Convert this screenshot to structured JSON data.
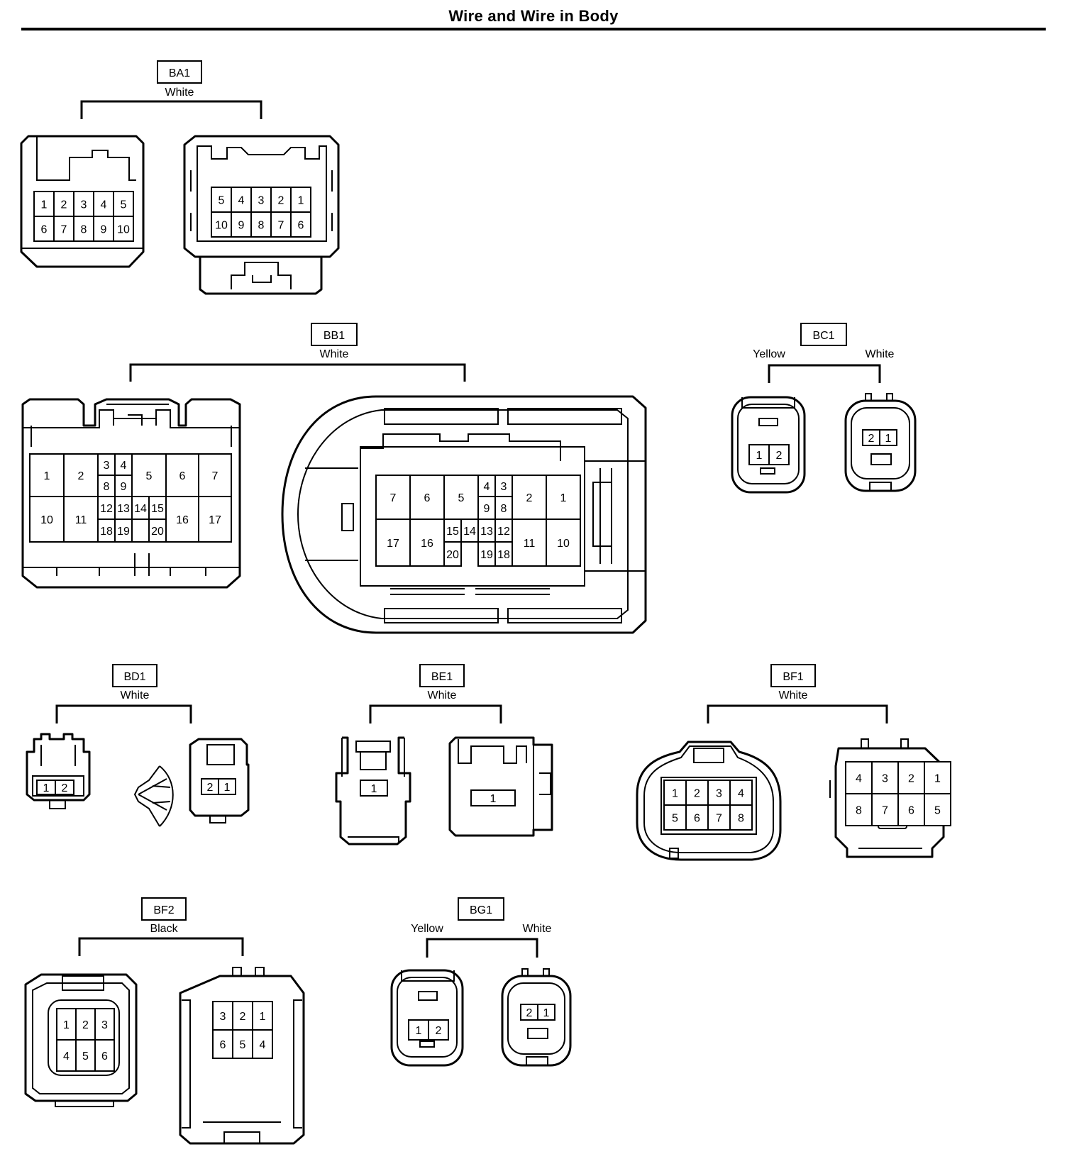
{
  "title": "Wire and Wire in Body",
  "connectors": [
    {
      "id": "BA1",
      "colors": [
        "White"
      ]
    },
    {
      "id": "BB1",
      "colors": [
        "White"
      ]
    },
    {
      "id": "BC1",
      "colors": [
        "Yellow",
        "White"
      ]
    },
    {
      "id": "BD1",
      "colors": [
        "White"
      ]
    },
    {
      "id": "BE1",
      "colors": [
        "White"
      ]
    },
    {
      "id": "BF1",
      "colors": [
        "White"
      ]
    },
    {
      "id": "BF2",
      "colors": [
        "Black"
      ]
    },
    {
      "id": "BG1",
      "colors": [
        "Yellow",
        "White"
      ]
    }
  ],
  "pins": {
    "BA1_left": [
      [
        "1",
        "2",
        "3",
        "4",
        "5"
      ],
      [
        "6",
        "7",
        "8",
        "9",
        "10"
      ]
    ],
    "BA1_right": [
      [
        "5",
        "4",
        "3",
        "2",
        "1"
      ],
      [
        "10",
        "9",
        "8",
        "7",
        "6"
      ]
    ],
    "BB1_left": [
      "1",
      "2",
      "3",
      "4",
      "5",
      "6",
      "7",
      "8",
      "9",
      "10",
      "11",
      "12",
      "13",
      "14",
      "15",
      "16",
      "17",
      "18",
      "19",
      "20"
    ],
    "BB1_right": [
      "7",
      "6",
      "5",
      "4",
      "3",
      "2",
      "1",
      "9",
      "8",
      "17",
      "16",
      "15",
      "14",
      "13",
      "12",
      "11",
      "10",
      "20",
      "19",
      "18"
    ],
    "BC1_left": [
      "1",
      "2"
    ],
    "BC1_right": [
      "2",
      "1"
    ],
    "BD1_left": [
      "1",
      "2"
    ],
    "BD1_right": [
      "2",
      "1"
    ],
    "BE1_left": [
      "1"
    ],
    "BE1_right": [
      "1"
    ],
    "BF1_left": [
      [
        "1",
        "2",
        "3",
        "4"
      ],
      [
        "5",
        "6",
        "7",
        "8"
      ]
    ],
    "BF1_right": [
      [
        "4",
        "3",
        "2",
        "1"
      ],
      [
        "8",
        "7",
        "6",
        "5"
      ]
    ],
    "BF2_left": [
      [
        "1",
        "2",
        "3"
      ],
      [
        "4",
        "5",
        "6"
      ]
    ],
    "BF2_right": [
      [
        "3",
        "2",
        "1"
      ],
      [
        "6",
        "5",
        "4"
      ]
    ],
    "BG1_left": [
      "1",
      "2"
    ],
    "BG1_right": [
      "2",
      "1"
    ]
  }
}
